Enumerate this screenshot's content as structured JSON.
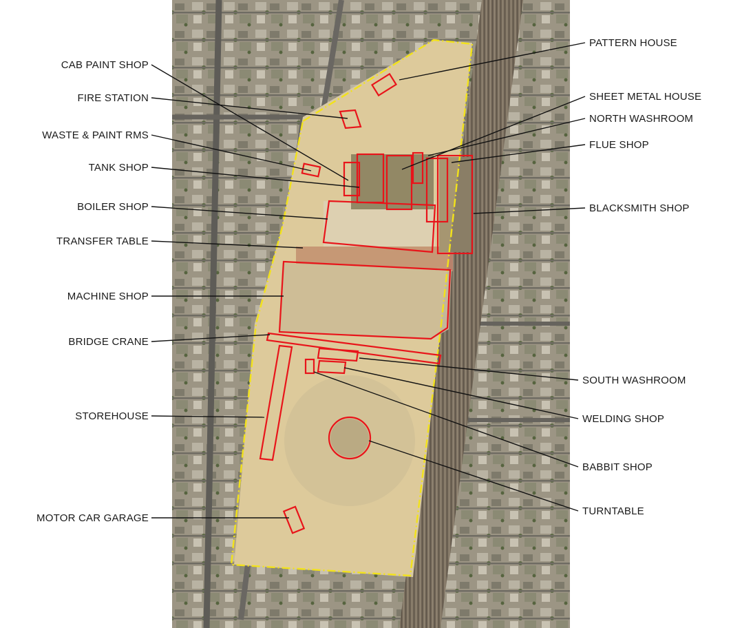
{
  "colors": {
    "outline": "#e8141a",
    "site_boundary": "#f2e21a",
    "leader": "#111111",
    "label": "#1a1a1a"
  },
  "labels": {
    "left": [
      "CAB PAINT SHOP",
      "FIRE STATION",
      "WASTE & PAINT RMS",
      "TANK SHOP",
      "BOILER SHOP",
      "TRANSFER TABLE",
      "MACHINE SHOP",
      "BRIDGE CRANE",
      "STOREHOUSE",
      "MOTOR CAR GARAGE"
    ],
    "right": [
      "PATTERN HOUSE",
      "SHEET METAL HOUSE",
      "NORTH WASHROOM",
      "FLUE SHOP",
      "BLACKSMITH SHOP",
      "SOUTH WASHROOM",
      "WELDING SHOP",
      "BABBIT SHOP",
      "TURNTABLE"
    ]
  }
}
